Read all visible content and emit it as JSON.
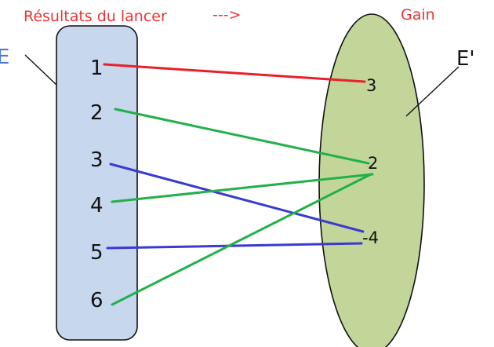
{
  "header": {
    "results_label": "Résultats du lancer",
    "arrow": "--->",
    "gain_label": "Gain"
  },
  "sets": {
    "domain_label": "E",
    "codomain_label": "E'"
  },
  "domain_values": [
    "1",
    "2",
    "3",
    "4",
    "5",
    "6"
  ],
  "codomain_values": [
    "3",
    "2",
    "-4"
  ],
  "mapping": [
    {
      "from": "1",
      "to": "3",
      "color": "#e8202a"
    },
    {
      "from": "2",
      "to": "2",
      "color": "#22b04a"
    },
    {
      "from": "3",
      "to": "-4",
      "color": "#3a3ad0"
    },
    {
      "from": "4",
      "to": "2",
      "color": "#22b04a"
    },
    {
      "from": "5",
      "to": "-4",
      "color": "#3a3ad0"
    },
    {
      "from": "6",
      "to": "2",
      "color": "#22b04a"
    }
  ],
  "colors": {
    "header_text": "#ee3333",
    "domain_label": "#4a7fd0",
    "domain_fill": "#c6d7ee",
    "codomain_fill": "#c2d69a",
    "outline": "#111111"
  }
}
